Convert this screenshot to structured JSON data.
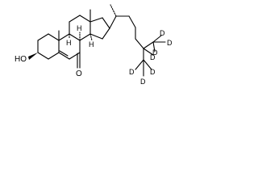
{
  "molecule": {
    "labels": {
      "hydroxyl": "HO",
      "ketone": "O",
      "h": "H",
      "deuterium": "D"
    },
    "stereo_h_count": 3,
    "deuterium_count": 7
  }
}
